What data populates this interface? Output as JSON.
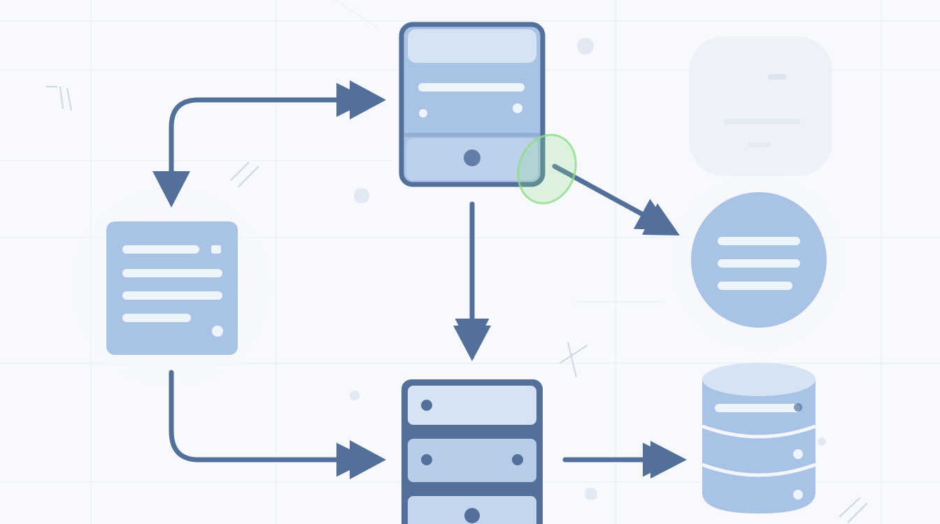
{
  "diagram": {
    "colors": {
      "background": "#f7f9fc",
      "grid": "#e9edf4",
      "node_fill": "#a9c3e6",
      "node_fill_light": "#d5e3f5",
      "node_stroke": "#52709a",
      "line_highlight": "#eef4fc",
      "arrow": "#52709a",
      "ghost": "#eef2f8",
      "ghost_line": "#dfe6f0",
      "dot_decor": "#e3e9f2",
      "highlight_green": "#8fdc86"
    },
    "nodes": [
      {
        "id": "client-device",
        "shape": "tablet",
        "icon": "tablet-device-icon"
      },
      {
        "id": "document",
        "shape": "document",
        "icon": "document-icon"
      },
      {
        "id": "message-circle",
        "shape": "circle",
        "icon": "list-circle-icon"
      },
      {
        "id": "server-rack",
        "shape": "server",
        "icon": "server-rack-icon"
      },
      {
        "id": "database",
        "shape": "cylinder",
        "icon": "database-icon"
      },
      {
        "id": "ghost-panel",
        "shape": "ghost",
        "icon": "faded-card-icon"
      }
    ],
    "connections": [
      {
        "from": "document",
        "to": "client-device",
        "icon": "arrow-right-icon"
      },
      {
        "from": "client-device",
        "to": "document",
        "icon": "arrow-down-icon"
      },
      {
        "from": "client-device",
        "to": "server-rack",
        "icon": "arrow-down-icon"
      },
      {
        "from": "client-device",
        "to": "message-circle",
        "icon": "arrow-diagonal-icon"
      },
      {
        "from": "document",
        "to": "server-rack",
        "icon": "arrow-right-icon"
      },
      {
        "from": "server-rack",
        "to": "database",
        "icon": "arrow-right-icon"
      }
    ],
    "highlight": {
      "target": "client-device",
      "icon": "green-highlight-ring-icon"
    }
  }
}
